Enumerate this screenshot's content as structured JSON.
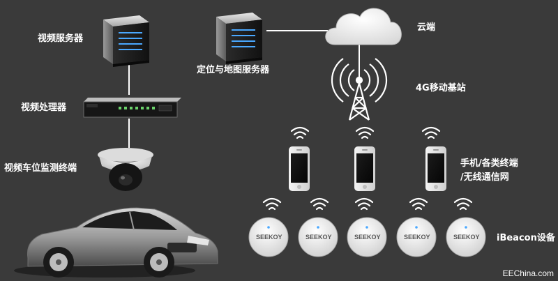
{
  "labels": {
    "video_server": "视频服务器",
    "location_map_server": "定位与地图服务器",
    "cloud": "云端",
    "base_station": "4G移动基站",
    "video_processor": "视频处理器",
    "video_terminal": "视频车位监测终端",
    "phones_line1": "手机/各类终端",
    "phones_line2": "/无线通信网",
    "ibeacon": "iBeacon设备"
  },
  "beacon_brand": "SEEKOY",
  "watermark": "EEChina.com",
  "colors": {
    "background": "#3a3a3a",
    "text": "#ffffff",
    "line": "#ffffff",
    "server_led": "#4aa8ff"
  }
}
